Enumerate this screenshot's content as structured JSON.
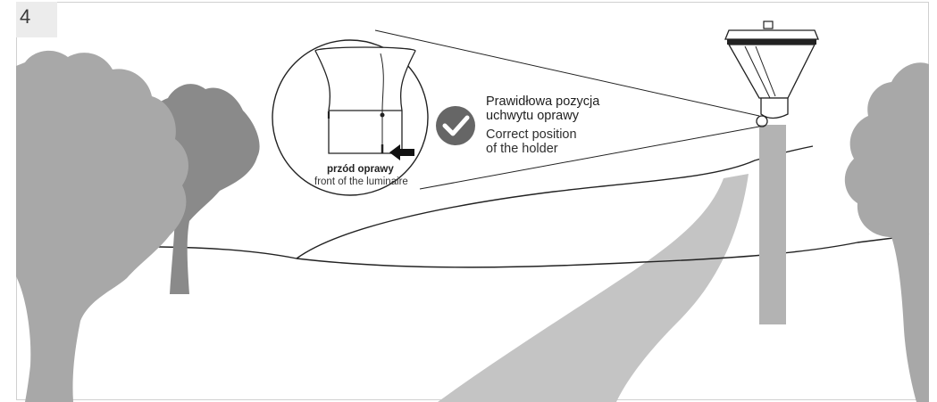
{
  "step": {
    "number": "4"
  },
  "callout": {
    "status_icon": "check-circle-icon",
    "title_pl_line1": "Prawidłowa pozycja",
    "title_pl_line2": "uchwytu oprawy",
    "title_en_line1": "Correct position",
    "title_en_line2": "of the holder"
  },
  "detail": {
    "label_pl": "przód oprawy",
    "label_en": "front of the luminaire",
    "arrow_icon": "arrow-left-icon"
  },
  "colors": {
    "tree_light": "#a8a8a8",
    "tree_dark": "#8a8a8a",
    "road": "#c4c4c4",
    "pole": "#b3b3b3",
    "line": "#222222",
    "check_badge": "#666666",
    "frame": "#d0d0d0"
  }
}
